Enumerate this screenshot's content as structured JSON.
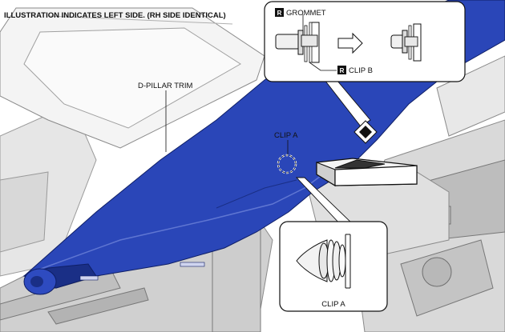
{
  "heading": "ILLUSTRATION INDICATES LEFT SIDE. (RH SIDE IDENTICAL)",
  "labels": {
    "d_pillar_trim": "D-PILLAR TRIM",
    "clip_a_top": "CLIP A",
    "clip_a_callout": "CLIP A",
    "grommet": "GROMMET",
    "clip_b": "CLIP B",
    "replace_badge": "R"
  },
  "colors": {
    "trim_blue": "#2a46b8",
    "trim_blue_dark": "#1a2f86",
    "body_gray": "#cfcfcf",
    "line_gray": "#8a8a8a",
    "ink": "#111111"
  },
  "icons": {
    "arrow": "removal-direction-arrow",
    "diamond": "detail-marker-diamond"
  }
}
